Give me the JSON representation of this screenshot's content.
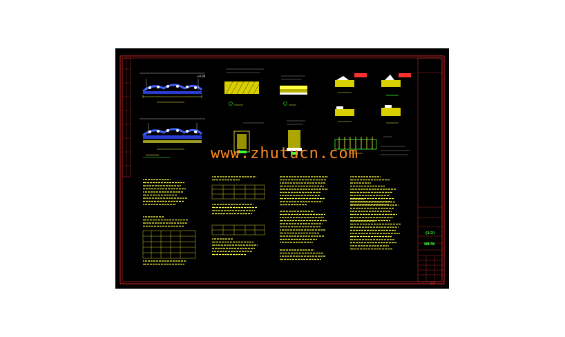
{
  "watermark": "www.zhutucn.com",
  "title_block": {
    "label_1": "(1/2)",
    "label_2": "HB/W",
    "sheet_no": "1/2"
  },
  "colors": {
    "background": "#000000",
    "border": "#ff3030",
    "text_yellow": "#ffff40",
    "hatch_yellow": "#e8e000",
    "accent_blue": "#2040ff",
    "accent_green": "#3cff3c",
    "watermark": "#ff8a1a"
  }
}
